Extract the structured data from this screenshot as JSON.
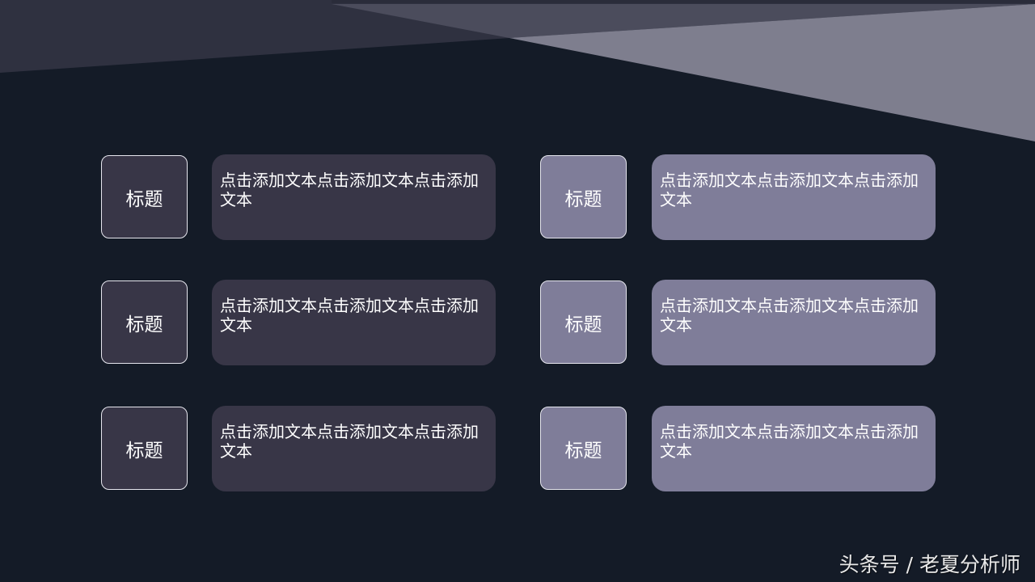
{
  "slide": {
    "colors": {
      "background": "#141b27",
      "left_box": "#383647",
      "right_box": "#7f7d99"
    },
    "left_column": [
      {
        "title": "标题",
        "text": "点击添加文本点击添加文本点击添加文本"
      },
      {
        "title": "标题",
        "text": "点击添加文本点击添加文本点击添加文本"
      },
      {
        "title": "标题",
        "text": "点击添加文本点击添加文本点击添加文本"
      }
    ],
    "right_column": [
      {
        "title": "标题",
        "text": "点击添加文本点击添加文本点击添加文本"
      },
      {
        "title": "标题",
        "text": "点击添加文本点击添加文本点击添加文本"
      },
      {
        "title": "标题",
        "text": "点击添加文本点击添加文本点击添加文本"
      }
    ]
  },
  "watermark": "头条号 / 老夏分析师"
}
